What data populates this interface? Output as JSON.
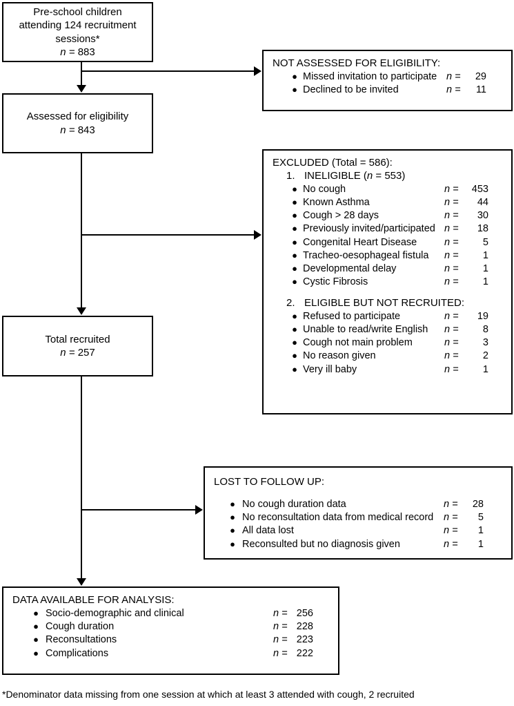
{
  "diagram": {
    "title": "Study participant flow diagram",
    "colors": {
      "line": "#000000",
      "box_border": "#000000",
      "background": "#ffffff"
    },
    "nodes": {
      "screened": {
        "lines": [
          "Pre-school children",
          "attending 124 recruitment",
          "sessions*"
        ],
        "n_label": "n = ",
        "n_value": "883"
      },
      "not_assessed": {
        "heading": "NOT ASSESSED FOR ELIGIBILITY:",
        "items": [
          {
            "label": "Missed invitation to participate",
            "n_label": "n =",
            "n_value": "29"
          },
          {
            "label": "Declined to be invited",
            "n_label": "n =",
            "n_value": "11"
          }
        ]
      },
      "assessed": {
        "lines": [
          "Assessed for eligibility"
        ],
        "n_label": "n = ",
        "n_value": "843"
      },
      "excluded": {
        "heading": "EXCLUDED (Total = 586):",
        "group1": {
          "number": "1.",
          "heading_prefix": "INELIGIBLE (",
          "heading_n": "n",
          "heading_suffix": " = 553)",
          "items": [
            {
              "label": "No cough",
              "n_label": "n =",
              "n_value": "453"
            },
            {
              "label": "Known Asthma",
              "n_label": "n =",
              "n_value": "44"
            },
            {
              "label": "Cough > 28 days",
              "n_label": "n =",
              "n_value": "30"
            },
            {
              "label": "Previously invited/participated",
              "n_label": "n =",
              "n_value": "18"
            },
            {
              "label": "Congenital Heart Disease",
              "n_label": "n =",
              "n_value": "5"
            },
            {
              "label": "Tracheo-oesophageal fistula",
              "n_label": "n =",
              "n_value": "1"
            },
            {
              "label": "Developmental delay",
              "n_label": "n =",
              "n_value": "1"
            },
            {
              "label": "Cystic Fibrosis",
              "n_label": "n =",
              "n_value": "1"
            }
          ]
        },
        "group2": {
          "number": "2.",
          "heading": "ELIGIBLE BUT NOT RECRUITED:",
          "items": [
            {
              "label": "Refused to participate",
              "n_label": "n =",
              "n_value": "19"
            },
            {
              "label": "Unable to read/write English",
              "n_label": "n =",
              "n_value": "8"
            },
            {
              "label": "Cough not main problem",
              "n_label": "n =",
              "n_value": "3"
            },
            {
              "label": "No reason given",
              "n_label": "n =",
              "n_value": "2"
            },
            {
              "label": "Very ill baby",
              "n_label": "n =",
              "n_value": "1"
            }
          ]
        }
      },
      "recruited": {
        "lines": [
          "Total recruited"
        ],
        "n_label": "n = ",
        "n_value": "257"
      },
      "lost": {
        "heading": "LOST TO FOLLOW UP:",
        "items": [
          {
            "label": "No cough duration data",
            "n_label": "n =",
            "n_value": "28"
          },
          {
            "label": "No reconsultation data from medical record",
            "n_label": "n =",
            "n_value": "5"
          },
          {
            "label": "All data lost",
            "n_label": "n =",
            "n_value": "1"
          },
          {
            "label": "Reconsulted but no diagnosis given",
            "n_label": "n =",
            "n_value": "1"
          }
        ]
      },
      "analysis": {
        "heading": "DATA AVAILABLE FOR ANALYSIS:",
        "items": [
          {
            "label": "Socio-demographic and clinical",
            "n_label": "n =",
            "n_value": "256"
          },
          {
            "label": "Cough duration",
            "n_label": "n =",
            "n_value": "228"
          },
          {
            "label": "Reconsultations",
            "n_label": "n =",
            "n_value": "223"
          },
          {
            "label": "Complications",
            "n_label": "n =",
            "n_value": "222"
          }
        ]
      }
    },
    "footnote": "*Denominator data missing from one session at which at least 3 attended with cough, 2 recruited",
    "bullet_glyph": "●"
  }
}
